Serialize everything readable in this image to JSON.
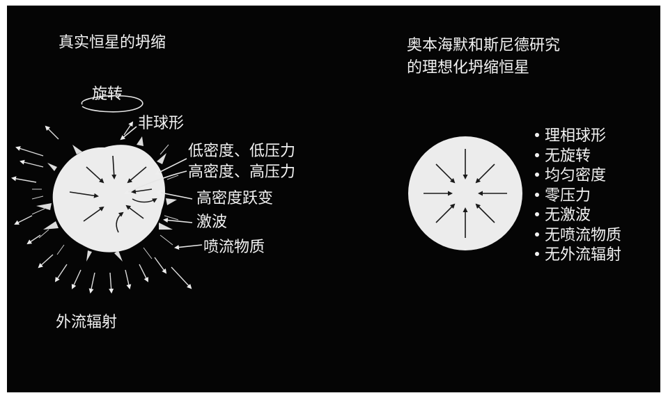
{
  "colors": {
    "background": "#050505",
    "star": "#ededed",
    "text": "#f2f2f2",
    "border": "#ffffff"
  },
  "left": {
    "title": "真实恒星的坍缩",
    "labels": {
      "rotation": "旋转",
      "nonspherical": "非球形",
      "low_density": "低密度、低压力",
      "high_density": "高密度、高压力",
      "density_jump": "高密度跃变",
      "shock": "激波",
      "ejecta": "喷流物质",
      "outflow": "外流辐射"
    }
  },
  "right": {
    "title_line1": "奥本海默和斯尼德研究",
    "title_line2": "的理想化坍缩恒星",
    "properties": [
      "理相球形",
      "无旋转",
      "均匀密度",
      "零压力",
      "无激波",
      "无喷流物质",
      "无外流辐射"
    ]
  }
}
